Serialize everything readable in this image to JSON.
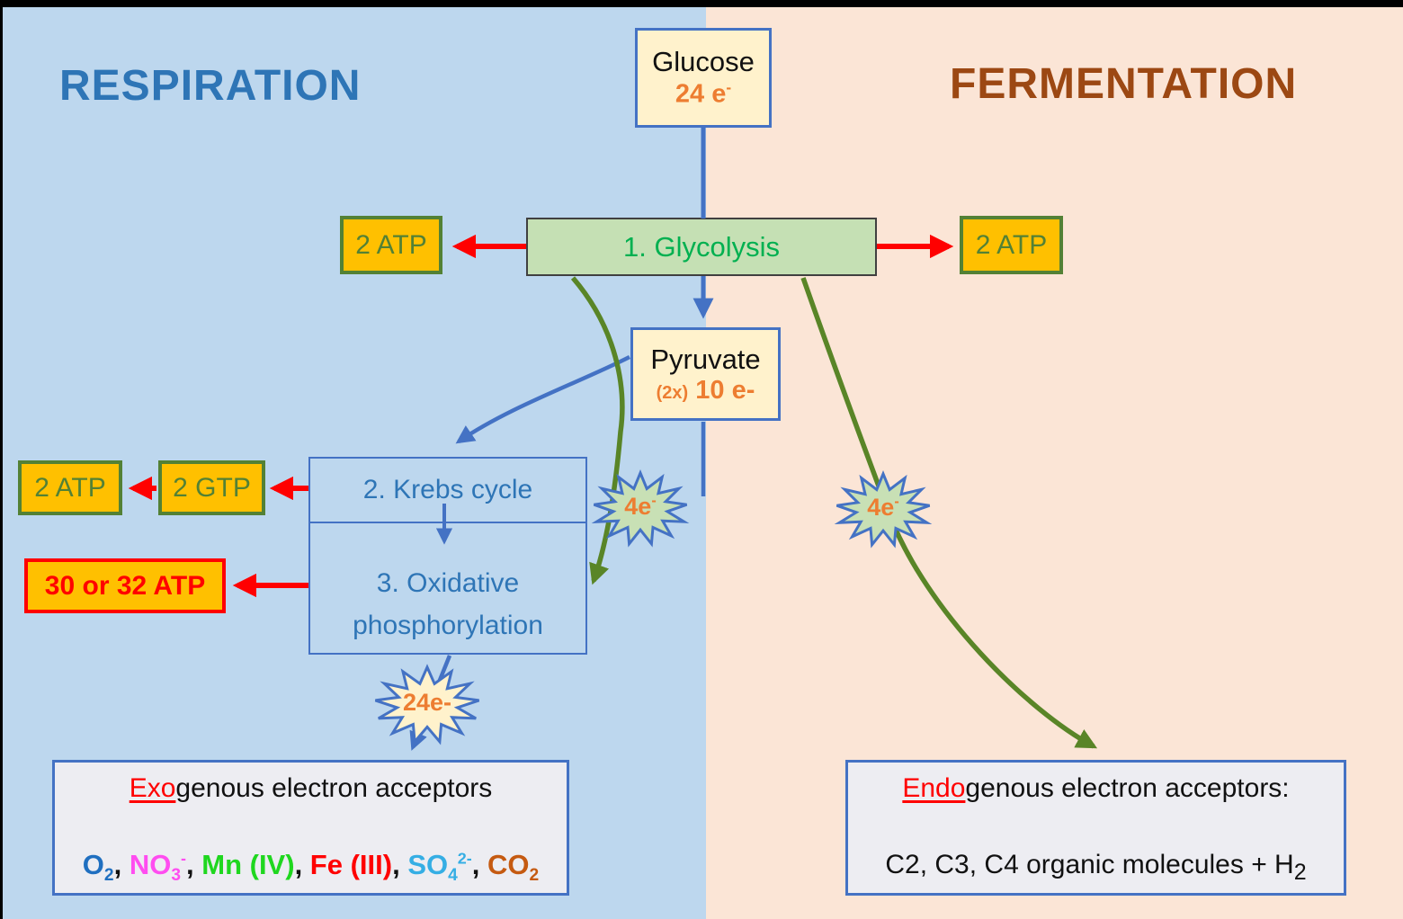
{
  "background": {
    "respiration_side_color": "#BDD7EE",
    "fermentation_side_color": "#FBE5D6"
  },
  "titles": {
    "respiration": {
      "label": "RESPIRATION",
      "color": "#2E75B6"
    },
    "fermentation": {
      "label": "FERMENTATION",
      "color": "#9C4813"
    }
  },
  "glucose_box": {
    "label": "Glucose",
    "electrons": "24 e",
    "electrons_sup": "-",
    "electrons_color": "#ED7D31"
  },
  "glycolysis_box": {
    "label": "1. Glycolysis",
    "text_color": "#00B050",
    "fill": "#C5E0B4"
  },
  "atp_top_left": {
    "label": "2 ATP"
  },
  "atp_top_right": {
    "label": "2 ATP"
  },
  "pyruvate_box": {
    "label": "Pyruvate",
    "multiplier": "(2x)",
    "electrons": " 10 e-",
    "electrons_color": "#ED7D31"
  },
  "krebs_box": {
    "label": "2. Krebs cycle",
    "text_color": "#2E75B6"
  },
  "oxphos_box": {
    "label_line1": "3. Oxidative",
    "label_line2": "phosphorylation"
  },
  "atp_mid": {
    "label": "2 ATP"
  },
  "gtp_mid": {
    "label": "2 GTP"
  },
  "atp_big": {
    "label": "30 or 32 ATP",
    "color": "#FF0000"
  },
  "bursts": {
    "left_4e": {
      "text": "4e",
      "sup": "-"
    },
    "right_4e": {
      "text": "4e",
      "sup": "-"
    },
    "bottom_24e": {
      "text": "24e-"
    }
  },
  "exo_box": {
    "title_head": "Exo",
    "title_rest": "genous electron acceptors",
    "comma": ", ",
    "acceptors": [
      {
        "text": "O",
        "sub": "2",
        "sup": "",
        "color": "#1F6FC0"
      },
      {
        "text": "NO",
        "sub": "3",
        "sup": "-",
        "color": "#FF4DF0"
      },
      {
        "text": "Mn (IV)",
        "sub": "",
        "sup": "",
        "color": "#1FD71F"
      },
      {
        "text": "Fe (III)",
        "sub": "",
        "sup": "",
        "color": "#FF0000"
      },
      {
        "text": "SO",
        "sub": "4",
        "sup": "2-",
        "color": "#35AEE4"
      },
      {
        "text": "CO",
        "sub": "2",
        "sup": "",
        "color": "#C55A11"
      }
    ]
  },
  "endo_box": {
    "title_head": "Endo",
    "title_rest": "genous electron acceptors:",
    "content": "C2, C3, C4 organic molecules + H",
    "content_sub": "2"
  }
}
